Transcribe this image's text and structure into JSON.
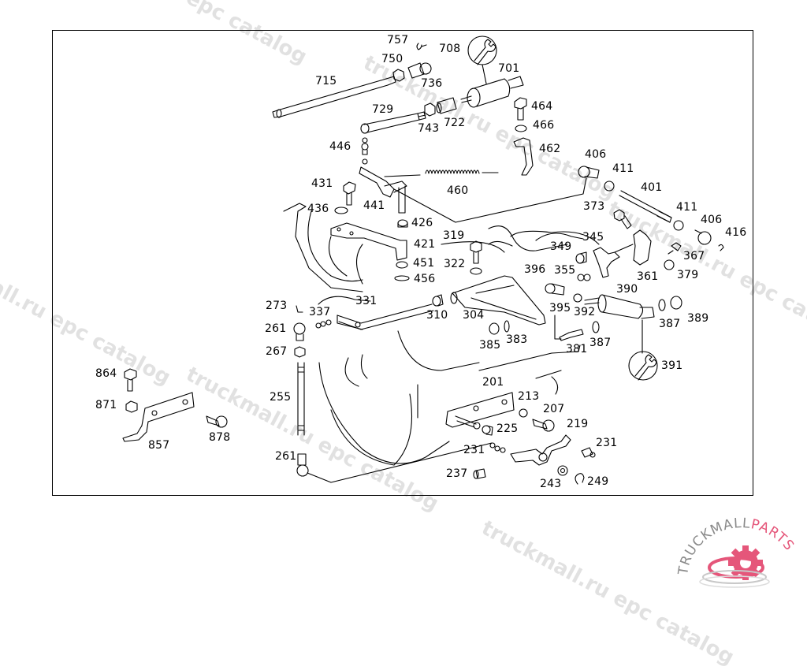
{
  "diagram": {
    "title": "Engine control linkage exploded parts diagram",
    "part_labels": [
      {
        "id": "757"
      },
      {
        "id": "708"
      },
      {
        "id": "750"
      },
      {
        "id": "736"
      },
      {
        "id": "701"
      },
      {
        "id": "715"
      },
      {
        "id": "729"
      },
      {
        "id": "743"
      },
      {
        "id": "722"
      },
      {
        "id": "464"
      },
      {
        "id": "466"
      },
      {
        "id": "446"
      },
      {
        "id": "462"
      },
      {
        "id": "406"
      },
      {
        "id": "411"
      },
      {
        "id": "401"
      },
      {
        "id": "460"
      },
      {
        "id": "431"
      },
      {
        "id": "441"
      },
      {
        "id": "436"
      },
      {
        "id": "426"
      },
      {
        "id": "373"
      },
      {
        "id": "411"
      },
      {
        "id": "406"
      },
      {
        "id": "416"
      },
      {
        "id": "421"
      },
      {
        "id": "319"
      },
      {
        "id": "349"
      },
      {
        "id": "345"
      },
      {
        "id": "367"
      },
      {
        "id": "451"
      },
      {
        "id": "322"
      },
      {
        "id": "396"
      },
      {
        "id": "355"
      },
      {
        "id": "361"
      },
      {
        "id": "379"
      },
      {
        "id": "456"
      },
      {
        "id": "390"
      },
      {
        "id": "331"
      },
      {
        "id": "273"
      },
      {
        "id": "337"
      },
      {
        "id": "395"
      },
      {
        "id": "392"
      },
      {
        "id": "261"
      },
      {
        "id": "310"
      },
      {
        "id": "304"
      },
      {
        "id": "387"
      },
      {
        "id": "389"
      },
      {
        "id": "385"
      },
      {
        "id": "383"
      },
      {
        "id": "387"
      },
      {
        "id": "267"
      },
      {
        "id": "381"
      },
      {
        "id": "391"
      },
      {
        "id": "864"
      },
      {
        "id": "201"
      },
      {
        "id": "255"
      },
      {
        "id": "213"
      },
      {
        "id": "871"
      },
      {
        "id": "207"
      },
      {
        "id": "878"
      },
      {
        "id": "219"
      },
      {
        "id": "225"
      },
      {
        "id": "857"
      },
      {
        "id": "231"
      },
      {
        "id": "231"
      },
      {
        "id": "261"
      },
      {
        "id": "237"
      },
      {
        "id": "243"
      },
      {
        "id": "249"
      }
    ]
  },
  "watermarks": [
    "epc catalog",
    "truckmall.ru epc catalog",
    "truckmall.ru epc catalog",
    "truckmall.ru epc catalog",
    "truckmall.ru epc catalog",
    "truckmall.ru epc catalog",
    "truckmall"
  ],
  "logo": {
    "text_main": "TRUCKMALL",
    "text_accent": "PARTS",
    "accent_color": "#e5567a",
    "gray_color": "#8a8a8a"
  }
}
